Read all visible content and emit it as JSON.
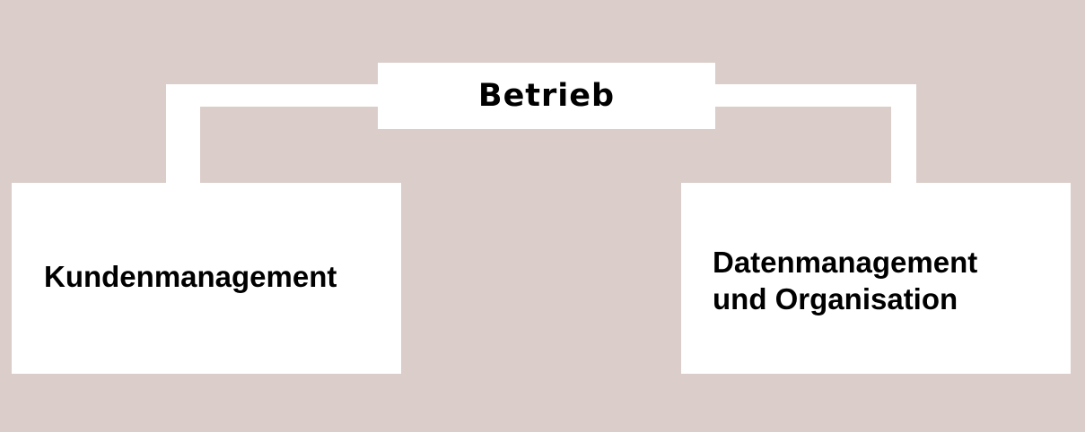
{
  "diagram": {
    "background_color": "#dbcdc9",
    "box_color": "#ffffff",
    "root": {
      "label": "Betrieb"
    },
    "children": [
      {
        "lines": [
          "Kundenmanagement"
        ]
      },
      {
        "lines": [
          "Datenmanagement",
          "und Organisation"
        ]
      }
    ]
  }
}
